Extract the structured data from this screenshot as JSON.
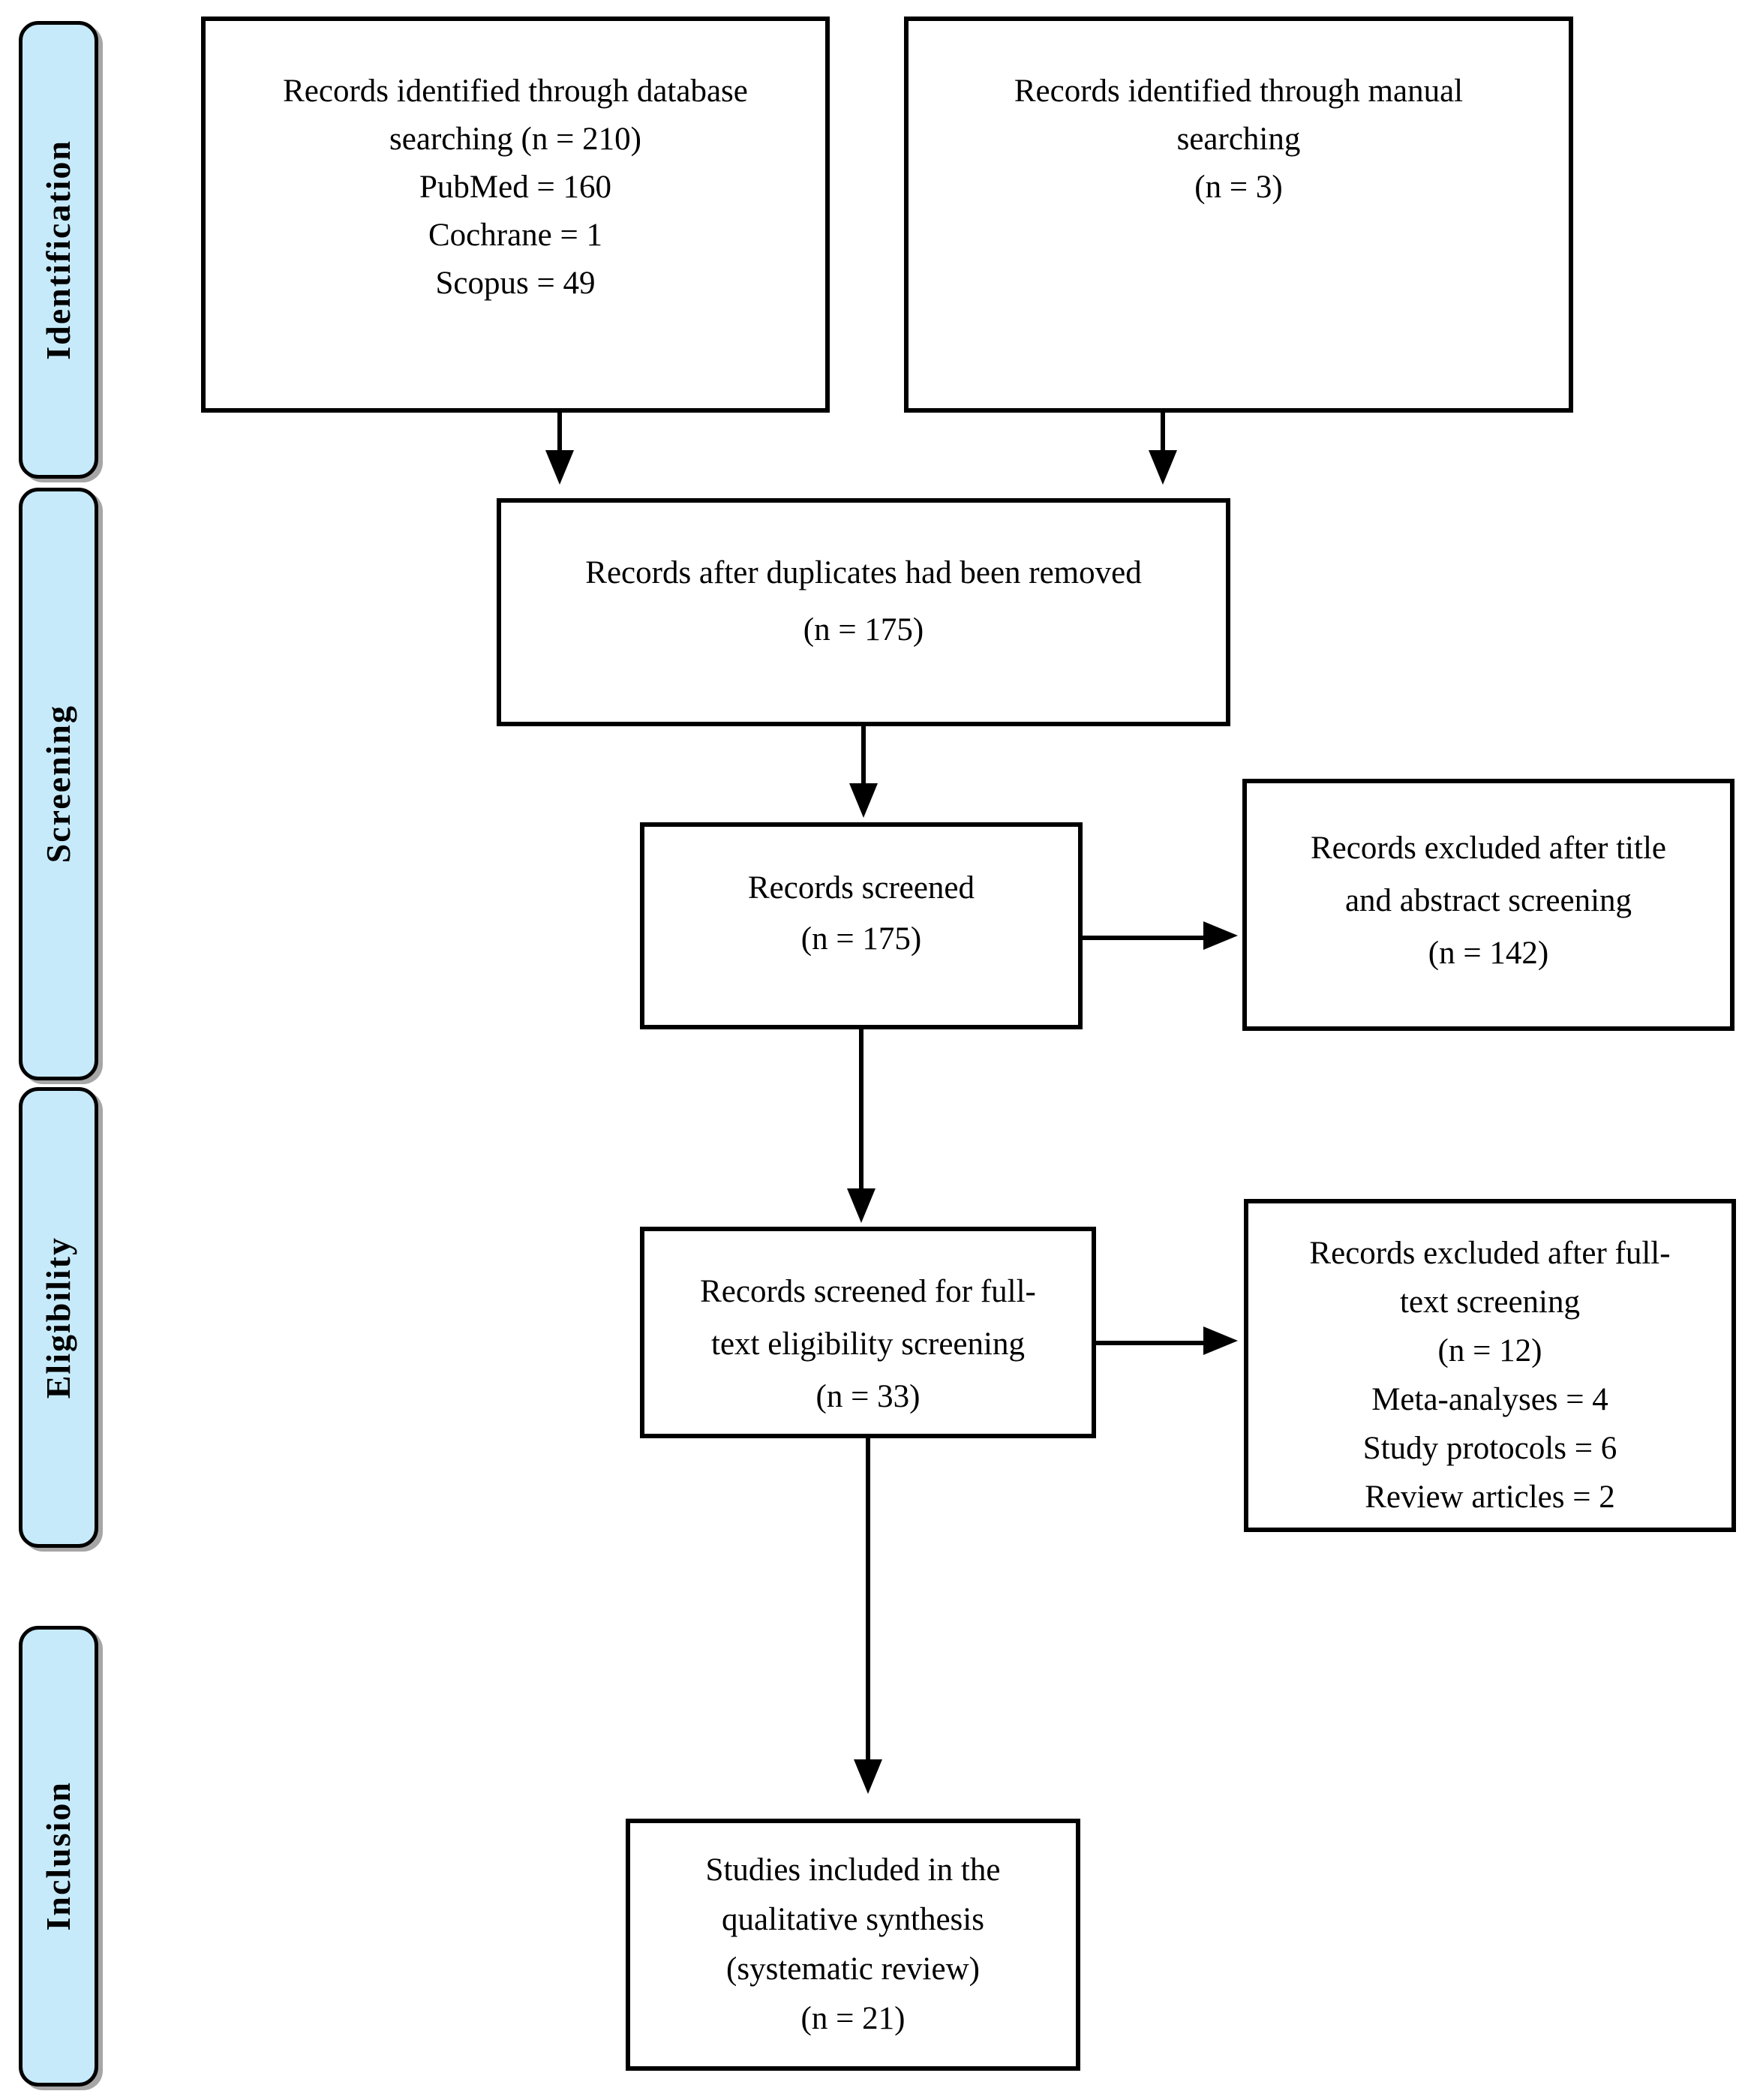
{
  "sidebar": {
    "stages": [
      {
        "label": "Identification"
      },
      {
        "label": "Screening"
      },
      {
        "label": "Eligibility"
      },
      {
        "label": "Inclusion"
      }
    ]
  },
  "boxes": {
    "database_search": {
      "lines": [
        "Records identified through database",
        "searching (n = 210)",
        "PubMed = 160",
        "Cochrane = 1",
        "Scopus = 49"
      ]
    },
    "manual_search": {
      "lines": [
        "Records identified through manual",
        "searching",
        "(n = 3)"
      ]
    },
    "duplicates_removed": {
      "lines": [
        "Records after duplicates had been removed",
        "(n = 175)"
      ]
    },
    "records_screened": {
      "lines": [
        "Records screened",
        "(n = 175)"
      ]
    },
    "excluded_title_abstract": {
      "lines": [
        "Records excluded after title",
        "and abstract screening",
        "(n = 142)"
      ]
    },
    "fulltext_eligibility": {
      "lines": [
        "Records screened for full-",
        "text eligibility screening",
        "(n = 33)"
      ]
    },
    "excluded_fulltext": {
      "lines": [
        "Records excluded after full-",
        "text screening",
        "(n = 12)",
        "Meta-analyses = 4",
        "Study protocols = 6",
        "Review articles = 2"
      ]
    },
    "studies_included": {
      "lines": [
        "Studies included in the",
        "qualitative synthesis",
        "(systematic review)",
        "(n = 21)"
      ]
    }
  },
  "colors": {
    "stage_fill": "#c6eafa",
    "box_fill": "#ffffff",
    "line_color": "#000000"
  }
}
